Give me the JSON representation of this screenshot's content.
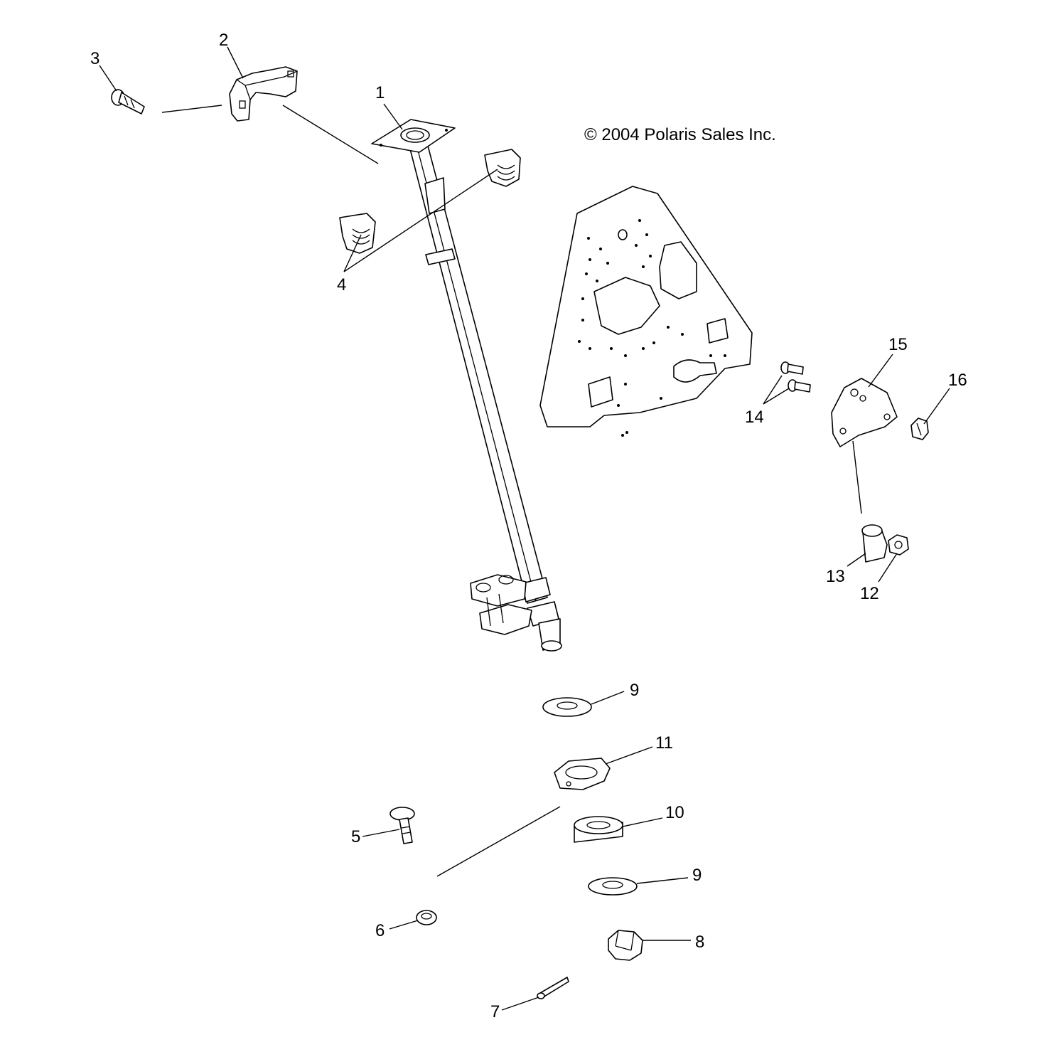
{
  "copyright": "© 2004 Polaris Sales Inc.",
  "callouts": {
    "c1": "1",
    "c2": "2",
    "c3": "3",
    "c4": "4",
    "c5": "5",
    "c6": "6",
    "c7": "7",
    "c8": "8",
    "c9a": "9",
    "c9b": "9",
    "c10": "10",
    "c11": "11",
    "c12": "12",
    "c13": "13",
    "c14": "14",
    "c15": "15",
    "c16": "16"
  }
}
